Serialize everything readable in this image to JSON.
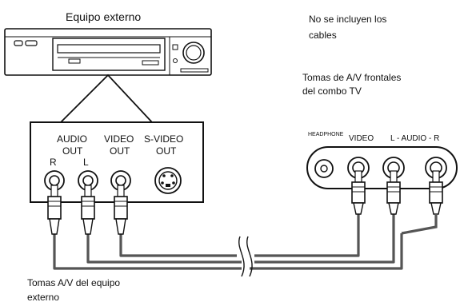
{
  "labels": {
    "external_equipment": "Equipo externo",
    "cables_note_line1": "No se incluyen los",
    "cables_note_line2": "cables",
    "front_jacks_line1": "Tomas de A/V frontales",
    "front_jacks_line2": "del combo TV",
    "ext_jacks_line1": "Tomas A/V del equipo",
    "ext_jacks_line2": "externo"
  },
  "external_panel": {
    "audio_out_1": "AUDIO",
    "audio_out_2": "OUT",
    "video_out_1": "VIDEO",
    "video_out_2": "OUT",
    "svideo_out_1": "S-VIDEO",
    "svideo_out_2": "OUT",
    "right": "R",
    "left": "L"
  },
  "tv_panel": {
    "headphone": "HEADPHONE",
    "video": "VIDEO",
    "audio": "L - AUDIO - R"
  },
  "colors": {
    "line": "#111111",
    "cable": "#555555",
    "background": "#ffffff"
  }
}
